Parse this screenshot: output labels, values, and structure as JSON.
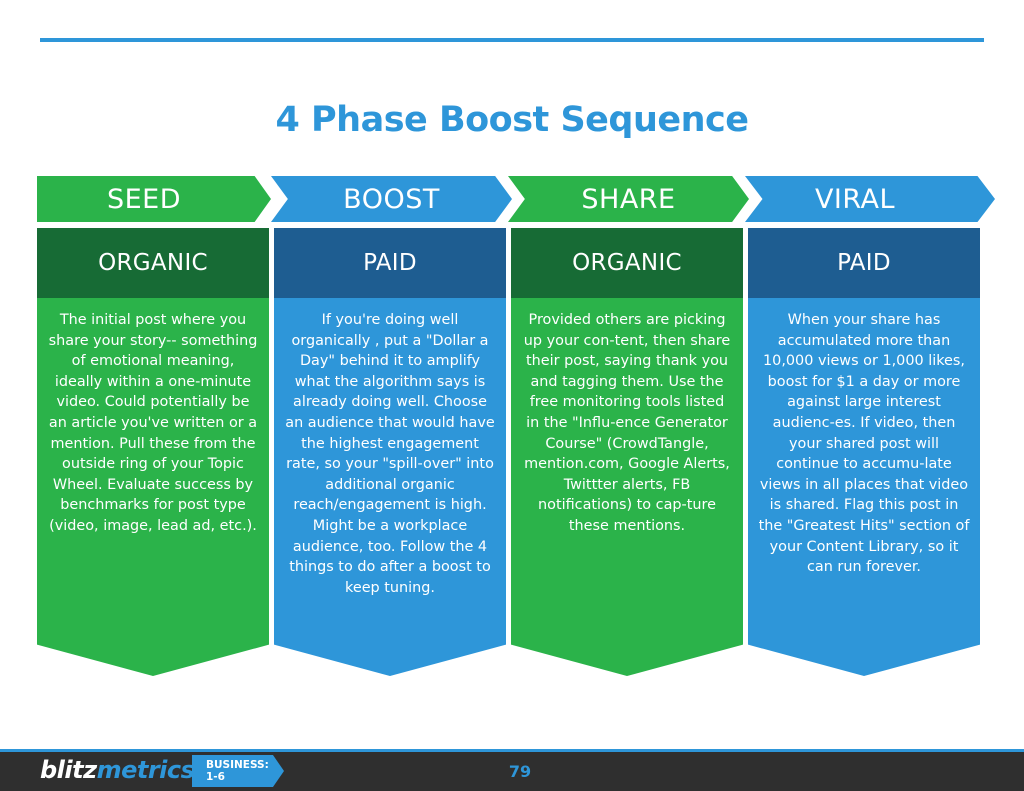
{
  "title": "4 Phase Boost Sequence",
  "phases": [
    {
      "name": "SEED",
      "type": "ORGANIC",
      "text": "The initial post where you share your story-- something of emotional meaning, ideally within a one-minute video. Could potentially be an article you've written or a mention. Pull these from the outside ring of your Topic Wheel.  Evaluate success by benchmarks for post type (video, image, lead ad, etc.)."
    },
    {
      "name": "BOOST",
      "type": "PAID",
      "text": "If you're doing well organically , put a \"Dollar a Day\" behind it to amplify what the algorithm says is already doing well. Choose an audience that would have the highest engagement rate, so your \"spill-over\" into additional organic reach/engagement is high. Might be a workplace audience, too. Follow the 4 things to do after a boost to keep tuning."
    },
    {
      "name": "SHARE",
      "type": "ORGANIC",
      "text": "Provided others are picking up your con-tent, then share their post, saying thank you and tagging them. Use the free monitoring tools listed in the \"Influ-ence Generator Course\" (CrowdTangle, mention.com, Google Alerts, Twittter alerts, FB notifications) to cap-ture these mentions."
    },
    {
      "name": "VIRAL",
      "type": "PAID",
      "text": "When your share has accumulated more than 10,000 views or 1,000 likes, boost for $1 a day or more against large interest audienc-es. If video, then your shared post will continue to accumu-late views in all places that video is shared. Flag this post in the \"Greatest Hits\" section of your Content Library, so it can run forever."
    }
  ],
  "footer": {
    "logo_part1": "blitz",
    "logo_part2": "metrics",
    "tag": "BUSINESS: 1-6",
    "page_number": "79"
  },
  "colors": {
    "green": "#2bb34a",
    "dark_green": "#176b35",
    "blue": "#2e96d9",
    "dark_blue": "#1e5d91",
    "footer_bg": "#2f2f2f"
  }
}
